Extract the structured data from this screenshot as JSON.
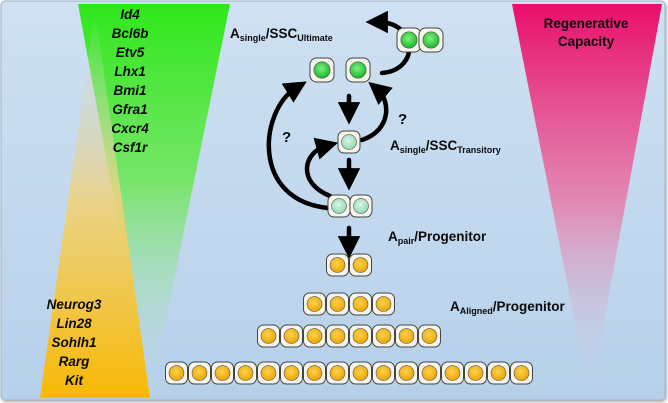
{
  "left_markers_top": [
    "Id4",
    "Bcl6b",
    "Etv5",
    "Lhx1",
    "Bmi1",
    "Gfra1",
    "Cxcr4",
    "Csf1r"
  ],
  "left_markers_bottom": [
    "Neurog3",
    "Lin28",
    "Sohlh1",
    "Rarg",
    "Kit"
  ],
  "right_label": [
    "Regenerative",
    "Capacity"
  ],
  "labels": {
    "ssc_ultimate": {
      "main": "A",
      "sub1": "single",
      "mid": "/SSC",
      "sub2": "Ultimate"
    },
    "ssc_transitory": {
      "main": "A",
      "sub1": "single",
      "mid": "/SSC",
      "sub2": "Transitory"
    },
    "apair": {
      "main": "A",
      "sub1": "pair",
      "mid": "/Progenitor"
    },
    "aaligned": {
      "main": "A",
      "sub1": "Aligned",
      "mid": "/Progenitor"
    }
  },
  "question_mark": "?",
  "colors": {
    "background_top": "#c9ddf0",
    "background_bottom": "#b3cfe8",
    "green_marker": "#33e61a",
    "yellow_marker": "#f7bd05",
    "magenta": "#e8106a",
    "cell_green": "#2fd43a",
    "cell_light": "#a8e6c3",
    "cell_yellow": "#f5b90c",
    "cell_membrane": "#f6f6ee"
  },
  "cell_rows": [
    {
      "stage": "A-pair",
      "count": 2
    },
    {
      "stage": "A-aligned-4",
      "count": 4
    },
    {
      "stage": "A-aligned-8",
      "count": 8
    },
    {
      "stage": "A-aligned-16",
      "count": 16
    }
  ]
}
